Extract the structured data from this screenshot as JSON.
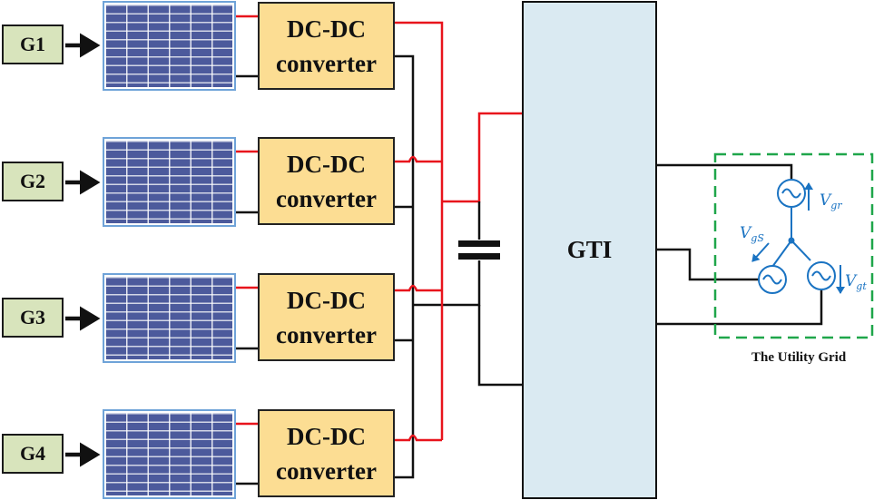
{
  "diagram": {
    "title": "Multi-string PV system with DC-DC converters and grid-tied inverter",
    "generators": [
      {
        "id": "G1",
        "label": "G1"
      },
      {
        "id": "G2",
        "label": "G2"
      },
      {
        "id": "G3",
        "label": "G3"
      },
      {
        "id": "G4",
        "label": "G4"
      }
    ],
    "converters": [
      {
        "line1": "DC-DC",
        "line2": "converter"
      },
      {
        "line1": "DC-DC",
        "line2": "converter"
      },
      {
        "line1": "DC-DC",
        "line2": "converter"
      },
      {
        "line1": "DC-DC",
        "line2": "converter"
      }
    ],
    "inverter": {
      "label": "GTI"
    },
    "grid": {
      "label": "The Utility Grid",
      "voltages": {
        "r": "V",
        "r_sub": "gr",
        "s": "V",
        "s_sub": "gS",
        "t": "V",
        "t_sub": "gt"
      }
    },
    "colors": {
      "positive_wire": "#e8141c",
      "negative_wire": "#111111",
      "generator_fill": "#d8e4bc",
      "converter_fill": "#fcdd93",
      "inverter_fill": "#daeaf2",
      "grid_border": "#1fa64a",
      "grid_sources": "#1a73c2",
      "panel_cells": "#4c5a9c"
    }
  }
}
